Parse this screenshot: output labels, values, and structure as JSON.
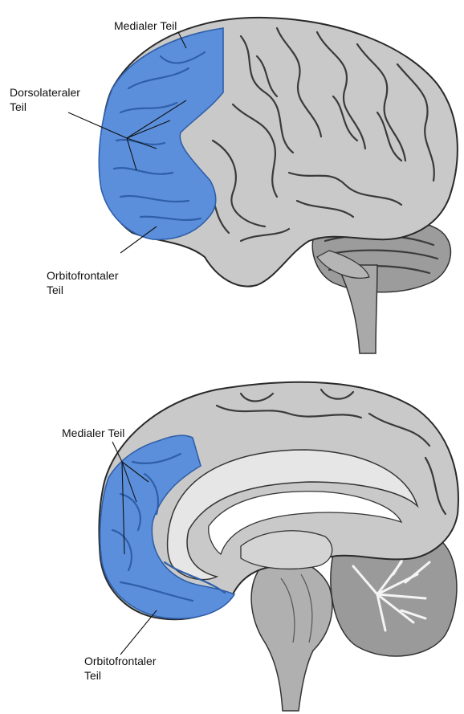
{
  "colors": {
    "highlight": "#5b8fdc",
    "highlight_edge": "#2f5fa8",
    "cortex": "#c9c9c9",
    "sulcus": "#3a3a3a",
    "white_matter": "#e6e6e6",
    "cerebellum": "#9a9a9a"
  },
  "lateral_view": {
    "label_medial": "Medialer Teil",
    "label_dorsolateral_line1": "Dorsolateraler",
    "label_dorsolateral_line2": "Teil",
    "label_orbitofrontal_line1": "Orbitofrontaler",
    "label_orbitofrontal_line2": "Teil"
  },
  "medial_view": {
    "label_medial": "Medialer Teil",
    "label_orbitofrontal_line1": "Orbitofrontaler",
    "label_orbitofrontal_line2": "Teil"
  }
}
